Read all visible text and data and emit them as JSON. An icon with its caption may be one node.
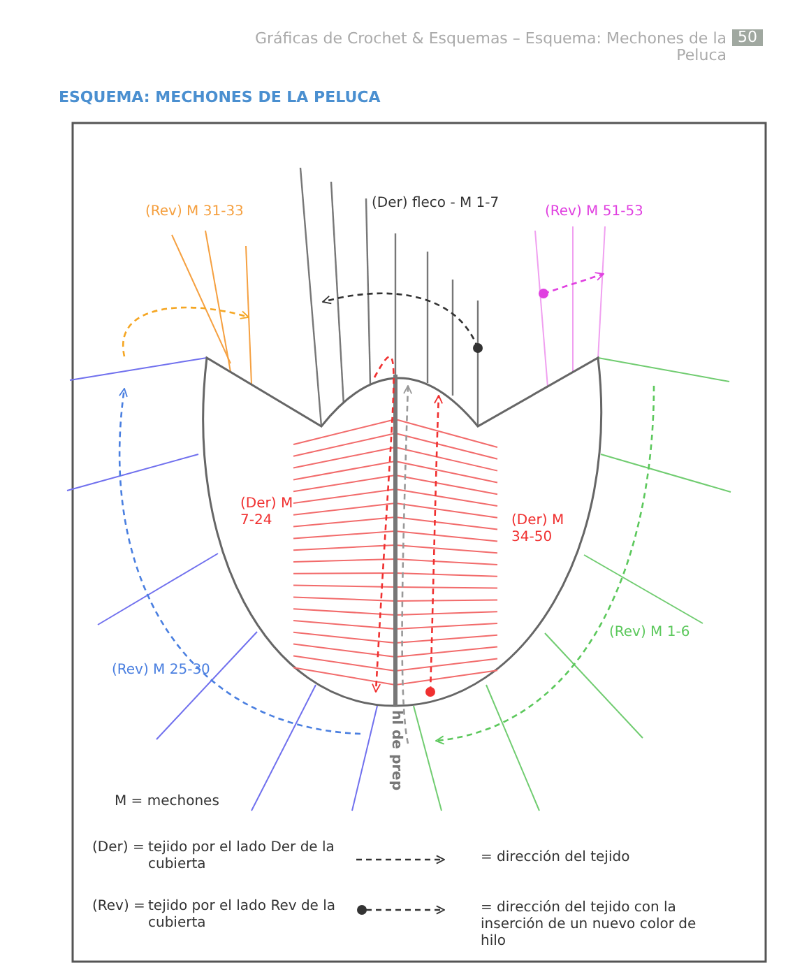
{
  "diagram": {
    "title": "ESQUEMA: MECHONES DE LA PELUCA",
    "labels": [
      "Gráficas de Crochet & Esquemas – Esquema: Mechones de la Peluca",
      "50",
      "(Rev) M 31-33",
      "(Der) fleco - M 1-7",
      "(Rev) M 51-53",
      "(Der) M 7-24",
      "(Der) M 34-50",
      "(Rev) M 1-6",
      "(Rev) M 25-30",
      "hl de prep",
      "M = mechones",
      "(Der) =",
      "tejido por el lado Der de la cubierta",
      "(Rev) =",
      "tejido por el lado Rev de la cubierta"
    ],
    "legend": [
      {
        "text": "= dirección del tejido"
      },
      {
        "text": "= dirección del tejido con la inserción de un nuevo color de hilo"
      }
    ]
  }
}
